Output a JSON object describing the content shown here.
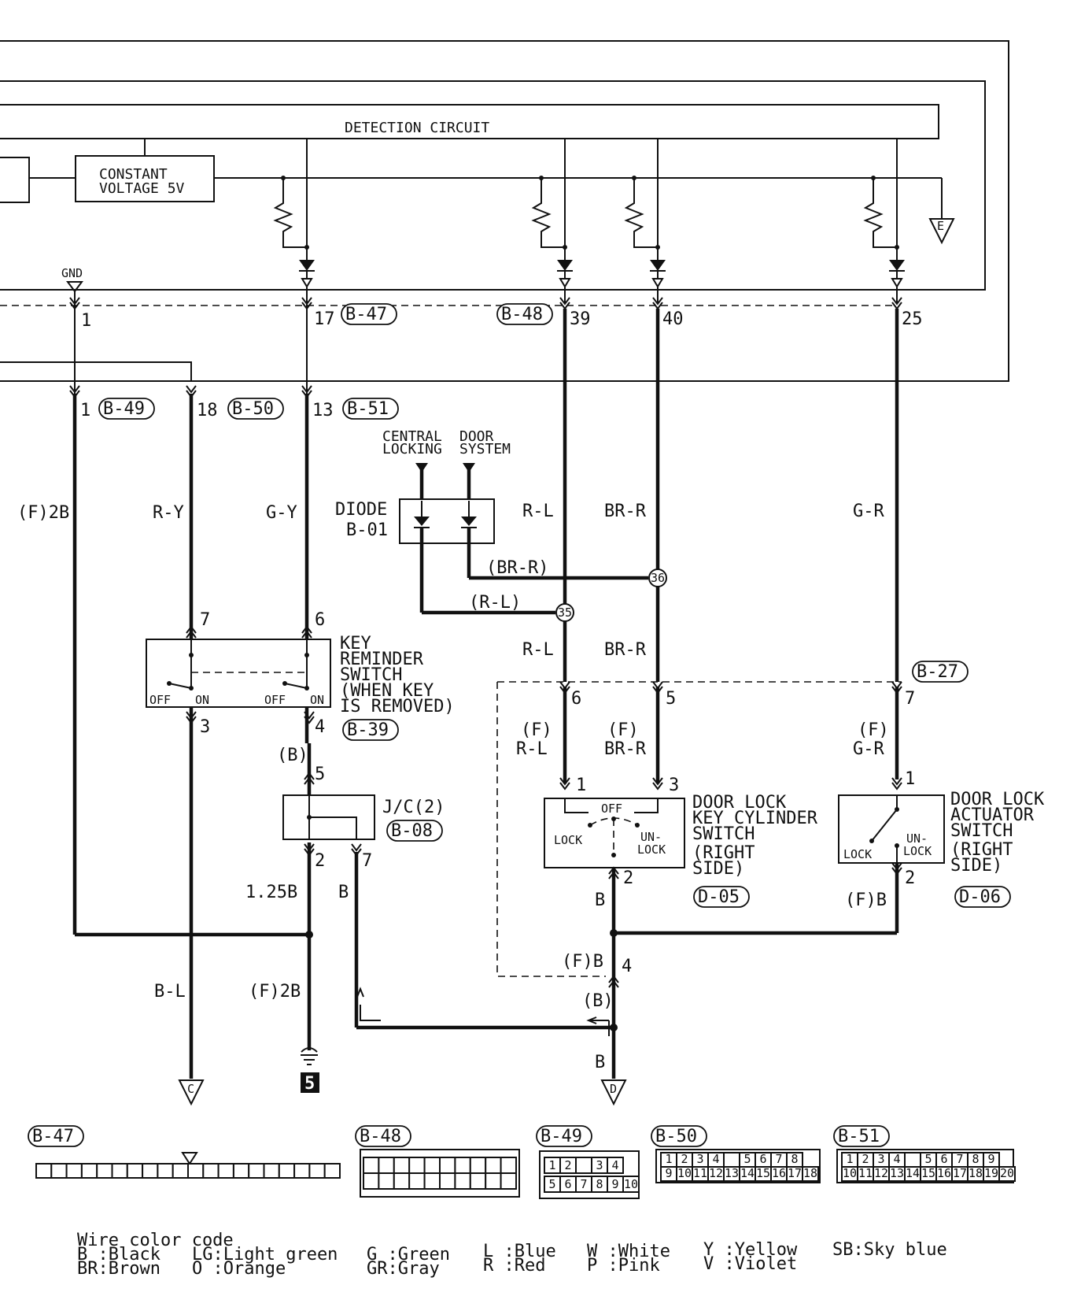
{
  "ecu": {
    "detection_circuit": "DETECTION CIRCUIT",
    "constant_voltage_line1": "CONSTANT",
    "constant_voltage_line2": "VOLTAGE 5V",
    "gnd": "GND",
    "ground_e": "E"
  },
  "connectors": {
    "b47": "B-47",
    "b48": "B-48",
    "b49": "B-49",
    "b50": "B-50",
    "b51": "B-51",
    "b39": "B-39",
    "b08": "B-08",
    "b27": "B-27",
    "d05": "D-05",
    "d06": "D-06"
  },
  "pins": {
    "p1": "1",
    "p17": "17",
    "p39": "39",
    "p40": "40",
    "p25": "25",
    "p1b": "1",
    "p18": "18",
    "p13": "13",
    "p7": "7",
    "p6": "6",
    "p3": "3",
    "p4": "4",
    "p5": "5",
    "p2jc": "2",
    "p7jc": "7",
    "p6d": "6",
    "p5d": "5",
    "p7d": "7",
    "p1dl": "1",
    "p3dl": "3",
    "p2dl": "2",
    "p1da": "1",
    "p2da": "2",
    "p4j": "4",
    "j35": "35",
    "j36": "36"
  },
  "wires": {
    "f2b_left": "(F)2B",
    "ry": "R-Y",
    "gy": "G-Y",
    "rl": "R-L",
    "brr": "BR-R",
    "gr": "G-R",
    "brr_paren": "(BR-R)",
    "rl_paren": "(R-L)",
    "rl2": "R-L",
    "brr2": "BR-R",
    "f_rl_1": "(F)",
    "f_rl_2": "R-L",
    "f_brr_1": "(F)",
    "f_brr_2": "BR-R",
    "f_gr_1": "(F)",
    "f_gr_2": "G-R",
    "b_paren": "(B)",
    "b125": "1.25B",
    "b_jc": "B",
    "b_dl": "B",
    "fb_da": "(F)B",
    "fb_j": "(F)B",
    "b_paren2": "(B)",
    "b_bottom": "B",
    "bl": "B-L",
    "f2b_bottom": "(F)2B"
  },
  "components": {
    "central_line1": "CENTRAL",
    "central_line2": "LOCKING",
    "door_line1": "DOOR",
    "door_line2": "SYSTEM",
    "diode_line1": "DIODE",
    "diode_line2": "B-01",
    "key_reminder": [
      "KEY",
      "REMINDER",
      "SWITCH",
      "(WHEN KEY",
      "IS REMOVED)"
    ],
    "off": "OFF",
    "on": "ON",
    "jc": "J/C(2)",
    "door_lock_key": [
      "DOOR LOCK",
      "KEY CYLINDER",
      "SWITCH",
      "(RIGHT",
      "SIDE)"
    ],
    "door_lock_act": [
      "DOOR LOCK",
      "ACTUATOR",
      "SWITCH",
      "(RIGHT",
      "SIDE)"
    ],
    "lock": "LOCK",
    "unlock_1": "UN-",
    "unlock_2": "LOCK",
    "off_dl": "OFF"
  },
  "grounds": {
    "c": "C",
    "d": "D",
    "five": "5"
  },
  "connector_faces": {
    "b47_title": "B-47",
    "b48_title": "B-48",
    "b49_title": "B-49",
    "b49_row1": [
      "1",
      "2",
      "",
      "3",
      "4"
    ],
    "b49_row2": [
      "5",
      "6",
      "7",
      "8",
      "9",
      "10"
    ],
    "b50_title": "B-50",
    "b50_row1": [
      "1",
      "2",
      "3",
      "4",
      "",
      "5",
      "6",
      "7",
      "8"
    ],
    "b50_row2": [
      "9",
      "10",
      "11",
      "12",
      "13",
      "14",
      "15",
      "16",
      "17",
      "18"
    ],
    "b51_title": "B-51",
    "b51_row1": [
      "1",
      "2",
      "3",
      "4",
      "",
      "5",
      "6",
      "7",
      "8",
      "9"
    ],
    "b51_row2": [
      "10",
      "11",
      "12",
      "13",
      "14",
      "15",
      "16",
      "17",
      "18",
      "19",
      "20"
    ]
  },
  "legend": {
    "title": "Wire color code",
    "b": "B :Black",
    "br": "BR:Brown",
    "lg": "LG:Light green",
    "o": "O :Orange",
    "g": "G :Green",
    "gr": "GR:Gray",
    "l": "L :Blue",
    "r": "R :Red",
    "w": "W :White",
    "p": "P :Pink",
    "y": "Y :Yellow",
    "v": "V :Violet",
    "sb": "SB:Sky blue"
  }
}
